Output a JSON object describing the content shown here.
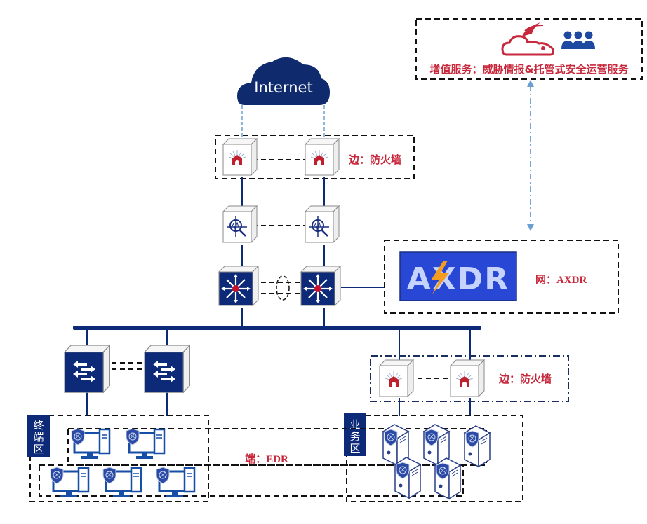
{
  "internet": {
    "label": "Internet"
  },
  "value_added": {
    "label": "增值服务：威胁情报&托管式安全运营服务"
  },
  "edge_firewall_top": {
    "label": "边：防火墙"
  },
  "edge_firewall_biz": {
    "label": "边：防火墙"
  },
  "axdr": {
    "logo_text": "AXDR",
    "label": "网：AXDR"
  },
  "endpoint": {
    "label": "端：EDR"
  },
  "zones": {
    "terminal": {
      "chars": [
        "终",
        "端",
        "区"
      ]
    },
    "business": {
      "chars": [
        "业",
        "务",
        "区"
      ]
    }
  },
  "colors": {
    "navy": "#0d2a78",
    "accent_red": "#c8283c",
    "link_light": "#6b9fd1",
    "axdr_blue": "#2847d4"
  }
}
